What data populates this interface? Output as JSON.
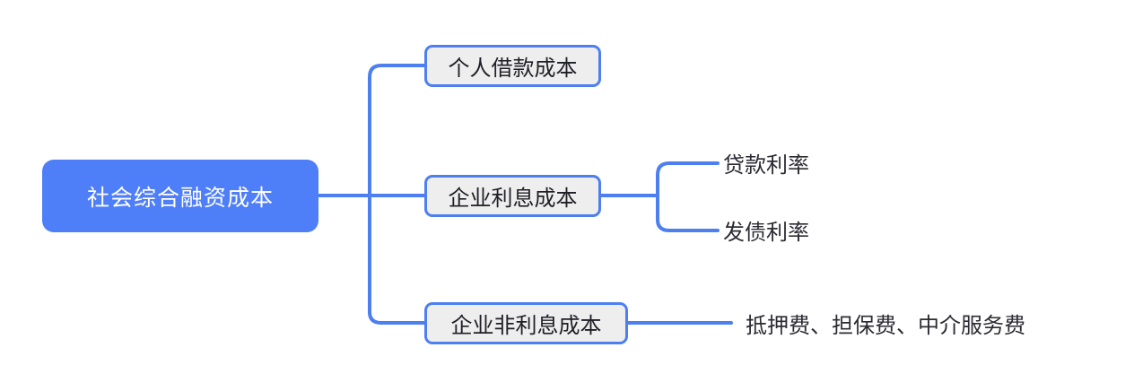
{
  "diagram": {
    "type": "mind-map",
    "orientation": "left-to-right",
    "root": {
      "label": "社会综合融资成本",
      "fill": "#4e7ef8",
      "text_color": "#ffffff"
    },
    "branch_style": {
      "fill": "#eeeeee",
      "border_color": "#4d7ff0",
      "text_color": "#1f1f26"
    },
    "connector_color": "#4d7ff0",
    "branches": [
      {
        "label": "个人借款成本",
        "children": []
      },
      {
        "label": "企业利息成本",
        "children": [
          {
            "label": "贷款利率"
          },
          {
            "label": "发债利率"
          }
        ]
      },
      {
        "label": "企业非利息成本",
        "children": [
          {
            "label": "抵押费、担保费、中介服务费"
          }
        ]
      }
    ]
  }
}
